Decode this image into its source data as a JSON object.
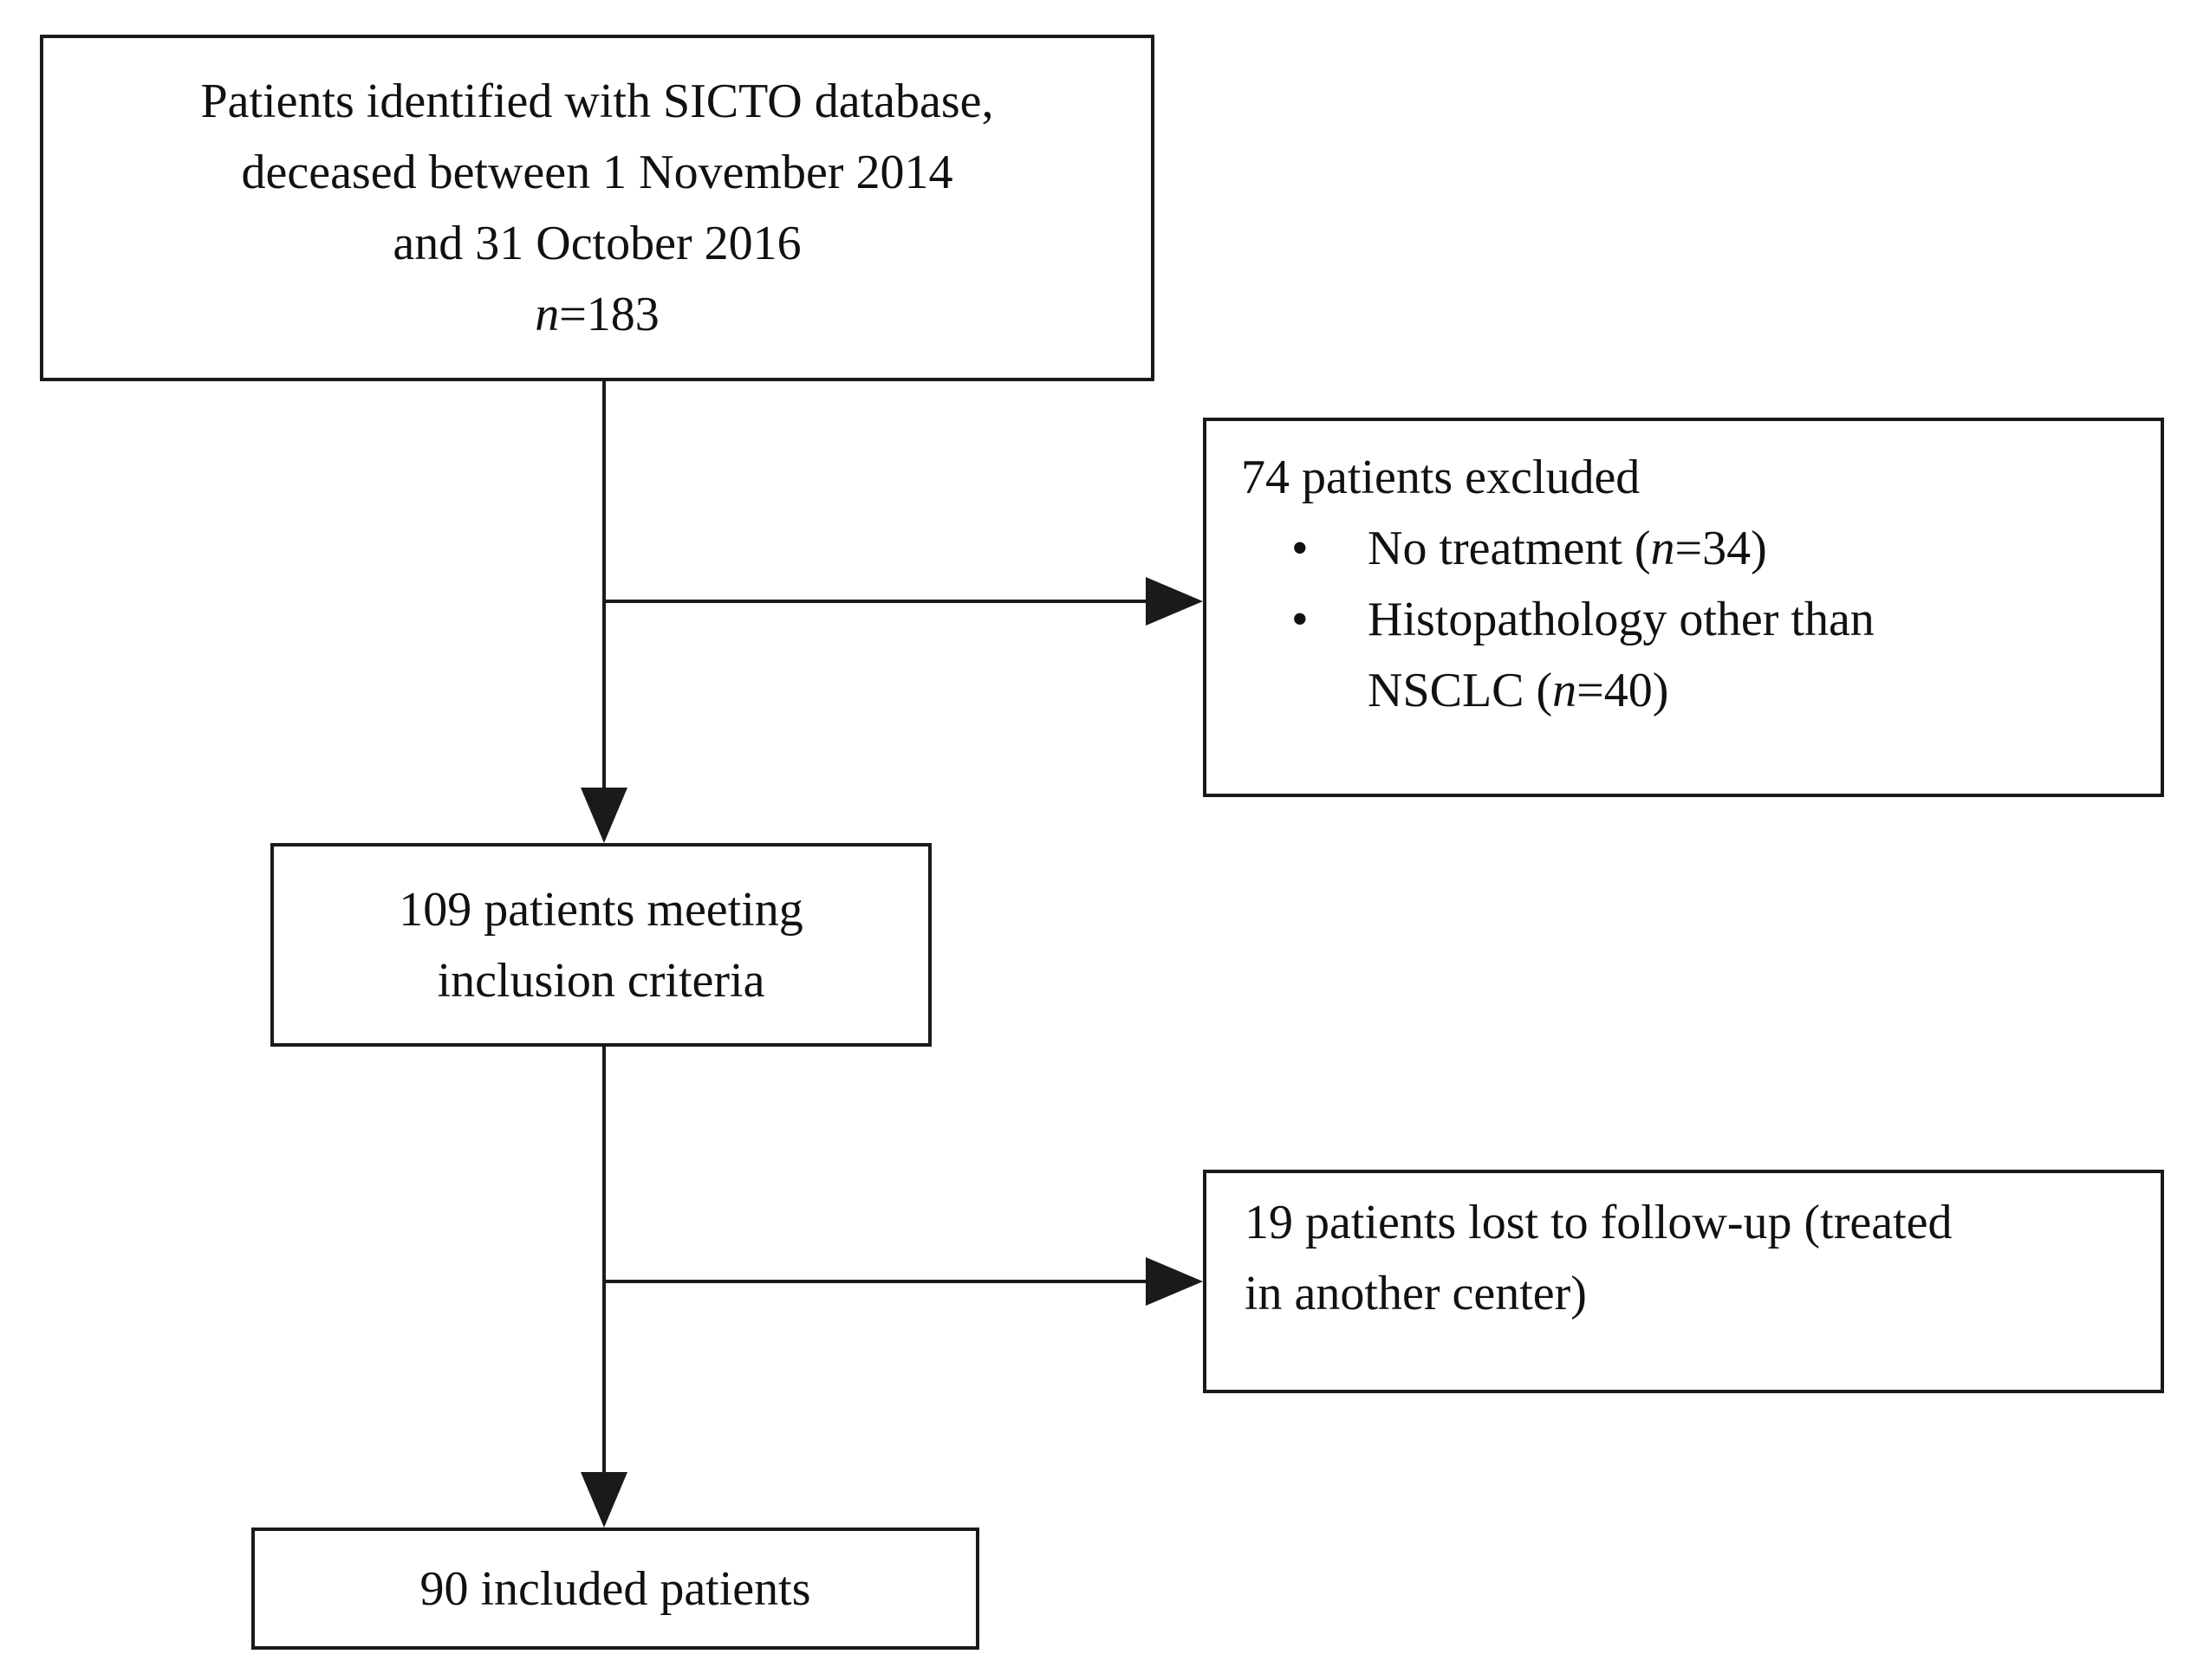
{
  "colors": {
    "ink": "#111111",
    "line": "#1a1a1a",
    "background": "#ffffff"
  },
  "boxes": {
    "identified": {
      "lines": [
        [
          {
            "text": "Patients identified with SICTO database,"
          }
        ],
        [
          {
            "text": "deceased between 1 November 2014"
          }
        ],
        [
          {
            "text": "and 31 October 2016"
          }
        ],
        [
          {
            "text": "n",
            "italic": true
          },
          {
            "text": "=183"
          }
        ]
      ]
    },
    "excluded": {
      "heading": [
        {
          "text": "74 patients excluded"
        }
      ],
      "bullet_glyph": "•",
      "bullets": [
        {
          "lines": [
            [
              {
                "text": "No treatment ("
              },
              {
                "text": "n",
                "italic": true
              },
              {
                "text": "=34)"
              }
            ]
          ]
        },
        {
          "lines": [
            [
              {
                "text": "Histopathology other than"
              }
            ],
            [
              {
                "text": "NSCLC ("
              },
              {
                "text": "n",
                "italic": true
              },
              {
                "text": "=40)"
              }
            ]
          ]
        }
      ]
    },
    "inclusion": {
      "lines": [
        [
          {
            "text": "109 patients meeting"
          }
        ],
        [
          {
            "text": "inclusion criteria"
          }
        ]
      ]
    },
    "lost": {
      "lines": [
        [
          {
            "text": "19 patients lost to follow-up (treated"
          }
        ],
        [
          {
            "text": "in another center)"
          }
        ]
      ]
    },
    "included": {
      "lines": [
        [
          {
            "text": "90 included patients"
          }
        ]
      ]
    }
  }
}
